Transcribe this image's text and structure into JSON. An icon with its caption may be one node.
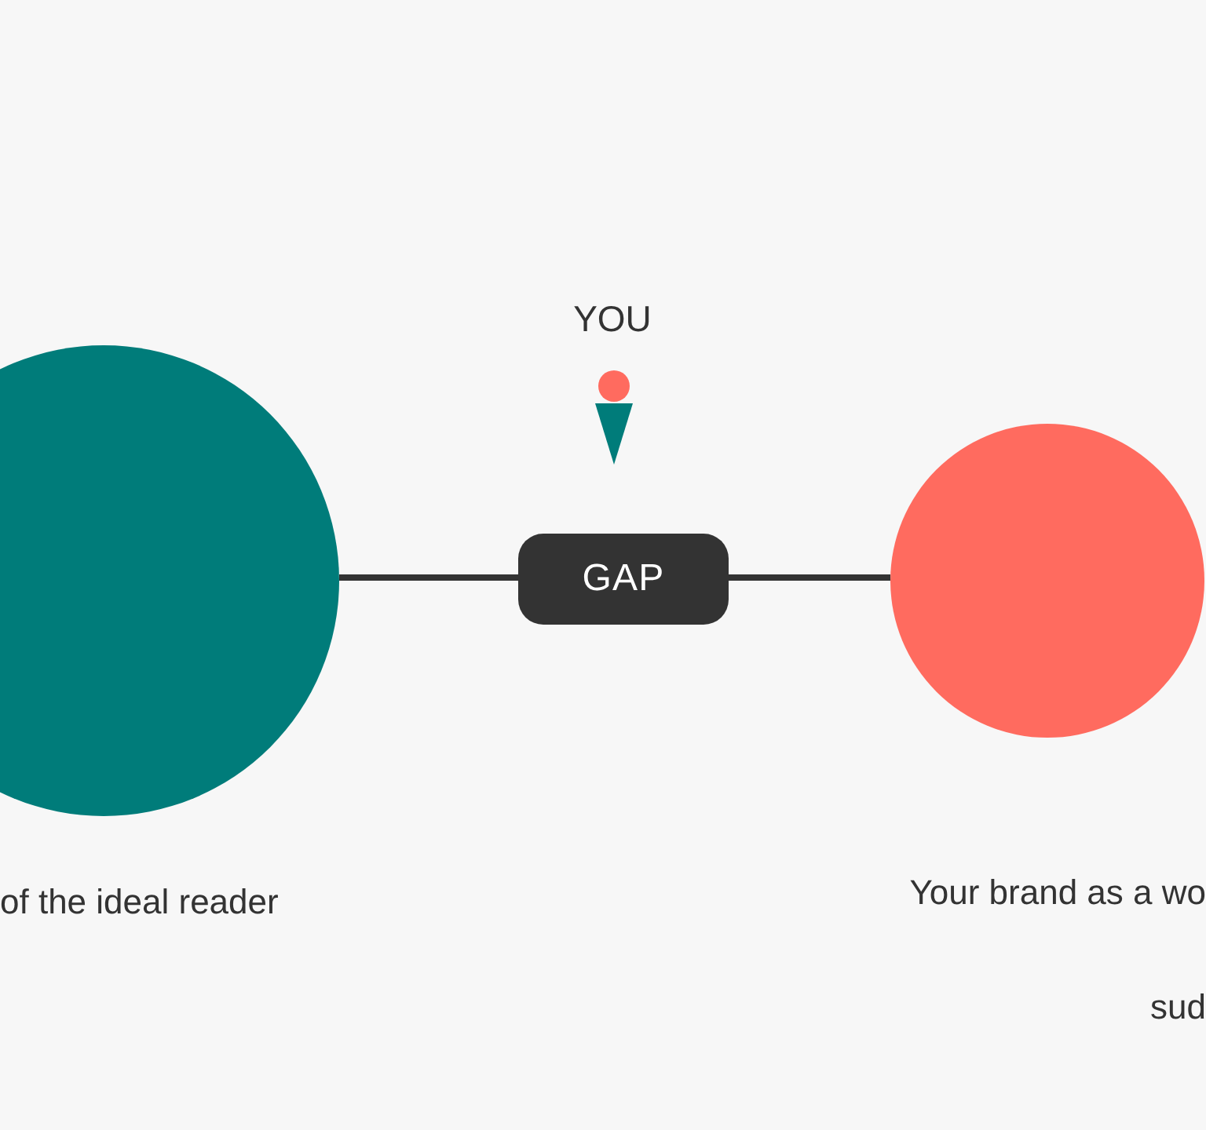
{
  "diagram": {
    "nodes": [
      {
        "text": [],
        "shape": "circle",
        "beside": [
          "of the ideal reader"
        ]
      },
      {
        "text": [
          "GAP"
        ]
      },
      {
        "text": [],
        "shape": "circle",
        "beside": [
          "Your brand as a wo",
          "sud"
        ]
      }
    ],
    "edges": [
      {
        "from": 0,
        "to": 1,
        "arrow": "none"
      },
      {
        "from": 1,
        "to": 2,
        "arrow": "none"
      }
    ],
    "labels": [
      "YOU"
    ]
  }
}
